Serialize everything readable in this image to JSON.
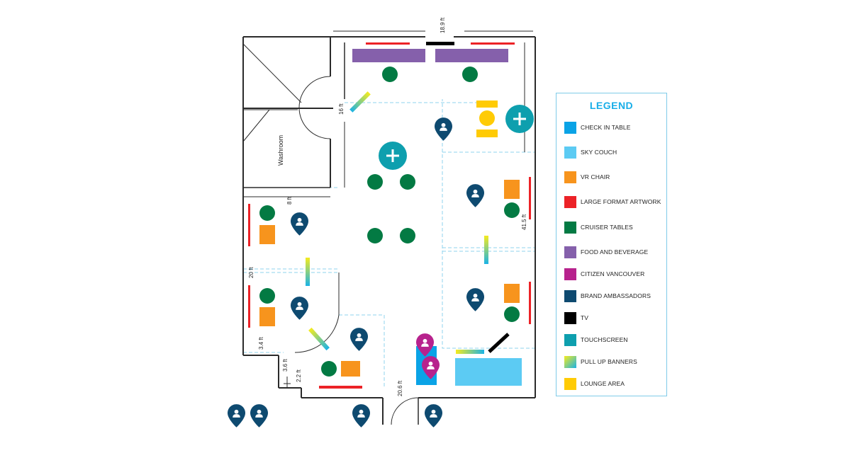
{
  "dimensions": {
    "top": "18.9 ft",
    "inner_wall": "16 ft",
    "left_room": "8 ft",
    "right": "41.5 ft",
    "left_mid": "20 ft",
    "left_low": "3.4 ft",
    "notch_a": "3.6 ft",
    "notch_b": "2.2 ft",
    "bottom": "20.6 ft"
  },
  "rooms": {
    "washroom": "Washroom"
  },
  "legend": {
    "title": "LEGEND",
    "items": [
      {
        "label": "CHECK IN TABLE",
        "color": "#0aa3e6",
        "pattern": "solid"
      },
      {
        "label": "SKY COUCH",
        "color": "#5ccbf3",
        "pattern": "solid"
      },
      {
        "label": "VR CHAIR",
        "color": "#f7941d",
        "pattern": "solid"
      },
      {
        "label": "LARGE FORMAT ARTWORK",
        "color": "#ec2227",
        "pattern": "solid"
      },
      {
        "label": "CRUISER TABLES",
        "color": "#037a43",
        "pattern": "solid"
      },
      {
        "label": "FOOD AND BEVERAGE",
        "color": "#8560ab",
        "pattern": "solid"
      },
      {
        "label": "CITIZEN VANCOUVER",
        "color": "#b7228d",
        "pattern": "solid"
      },
      {
        "label": "BRAND AMBASSADORS",
        "color": "#0e4a70",
        "pattern": "solid"
      },
      {
        "label": "TV",
        "color": "#000000",
        "pattern": "solid"
      },
      {
        "label": "TOUCHSCREEN",
        "color": "#0e9fae",
        "pattern": "solid"
      },
      {
        "label": "PULL UP BANNERS",
        "color": "#f5eb1e",
        "color2": "#1ab3e6",
        "pattern": "gradient"
      },
      {
        "label": "LOUNGE AREA",
        "color": "#ffcb05",
        "pattern": "solid"
      }
    ]
  },
  "colors": {
    "wall": "#2b2b2b",
    "zone_dashed": "#8fd3ee",
    "check_in_table": "#0aa3e6",
    "sky_couch": "#5ccbf3",
    "vr_chair": "#f7941d",
    "artwork": "#ec2227",
    "cruiser": "#037a43",
    "food": "#8560ab",
    "citizen": "#b7228d",
    "ambassador": "#0e4a70",
    "tv": "#000000",
    "touchscreen": "#0e9fae",
    "lounge": "#ffcb05",
    "banner_top": "#f5eb1e",
    "banner_bottom": "#1ab3e6"
  },
  "icons": {
    "touchscreen": "plus-circle-icon",
    "ambassador": "person-pin-icon",
    "citizen": "person-pin-icon"
  }
}
